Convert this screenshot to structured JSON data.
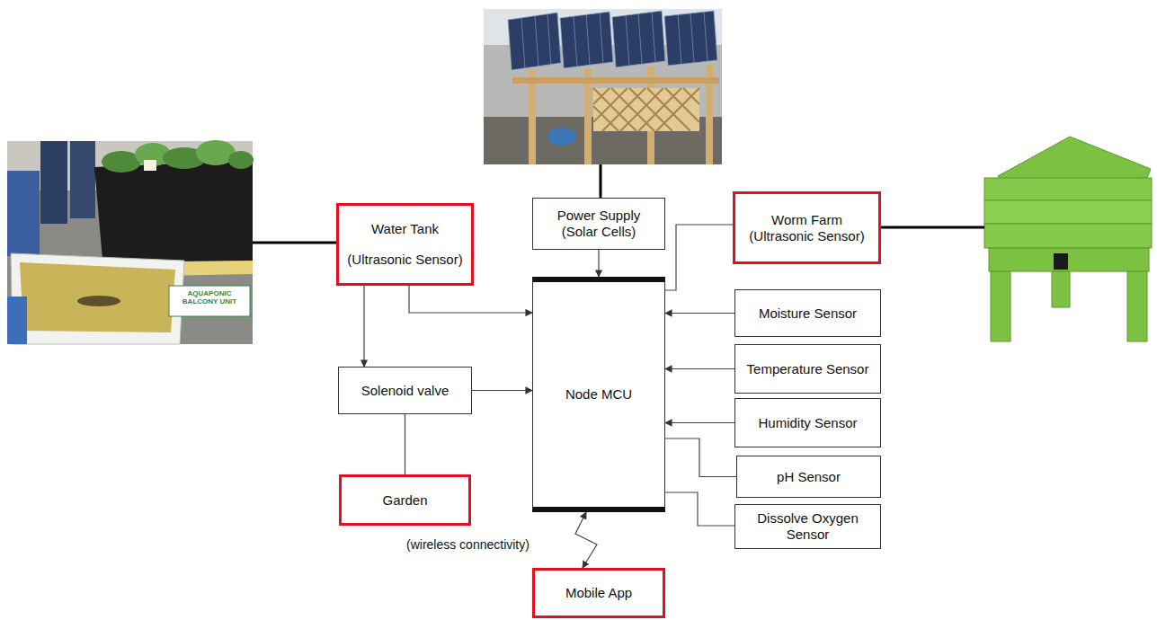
{
  "diagram": {
    "nodes": [
      {
        "text": [
          "Water Tank",
          "(Ultrasonic Sensor)"
        ]
      },
      {
        "text": [
          "Power Supply (Solar Cells)"
        ]
      },
      {
        "text": [
          "Worm Farm (Ultrasonic Sensor)"
        ]
      },
      {
        "text": [
          "Solenoid valve"
        ]
      },
      {
        "text": [
          "Node MCU"
        ]
      },
      {
        "text": [
          "Moisture Sensor"
        ]
      },
      {
        "text": [
          "Temperature Sensor"
        ]
      },
      {
        "text": [
          "Humidity Sensor"
        ]
      },
      {
        "text": [
          "pH Sensor"
        ]
      },
      {
        "text": [
          "Dissolve Oxygen Sensor"
        ]
      },
      {
        "text": [
          "Garden"
        ]
      },
      {
        "text": [
          "Mobile App"
        ]
      }
    ],
    "edges": [
      {
        "from": 0,
        "to": 4,
        "arrow": "to"
      },
      {
        "from": 0,
        "to": 3,
        "arrow": "to"
      },
      {
        "from": 1,
        "to": 4,
        "arrow": "to"
      },
      {
        "from": 2,
        "to": 4,
        "arrow": "none"
      },
      {
        "from": 5,
        "to": 4,
        "arrow": "to"
      },
      {
        "from": 6,
        "to": 4,
        "arrow": "to"
      },
      {
        "from": 7,
        "to": 4,
        "arrow": "to"
      },
      {
        "from": 8,
        "to": 4,
        "arrow": "none"
      },
      {
        "from": 9,
        "to": 4,
        "arrow": "none"
      },
      {
        "from": 3,
        "to": 4,
        "arrow": "to"
      },
      {
        "from": 3,
        "to": 10,
        "arrow": "none"
      },
      {
        "from": 4,
        "to": 11,
        "arrow": "both"
      }
    ],
    "labels": [
      "(wireless connectivity)",
      "AQUAPONIC BALCONY UNIT"
    ]
  }
}
